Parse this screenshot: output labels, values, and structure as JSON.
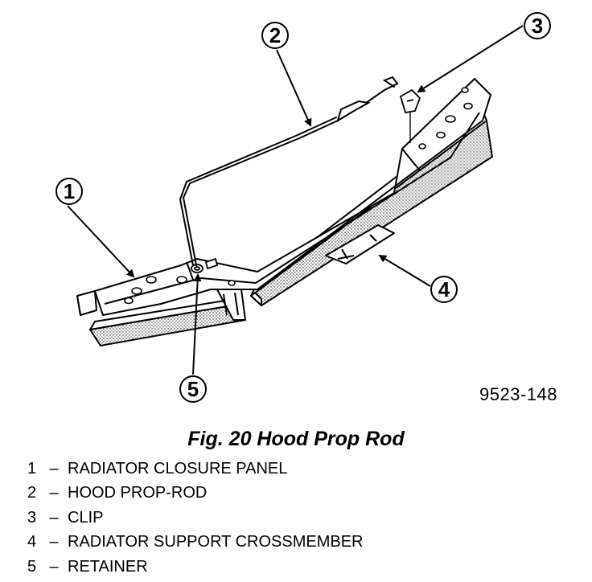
{
  "figure_id": "9523-148",
  "caption": "Fig. 20 Hood Prop Rod",
  "callouts": [
    "1",
    "2",
    "3",
    "4",
    "5"
  ],
  "legend": [
    {
      "num": "1",
      "sep": "–",
      "label": "RADIATOR CLOSURE PANEL"
    },
    {
      "num": "2",
      "sep": "–",
      "label": "HOOD PROP-ROD"
    },
    {
      "num": "3",
      "sep": "–",
      "label": "CLIP"
    },
    {
      "num": "4",
      "sep": "–",
      "label": "RADIATOR SUPPORT CROSSMEMBER"
    },
    {
      "num": "5",
      "sep": "–",
      "label": "RETAINER"
    }
  ]
}
